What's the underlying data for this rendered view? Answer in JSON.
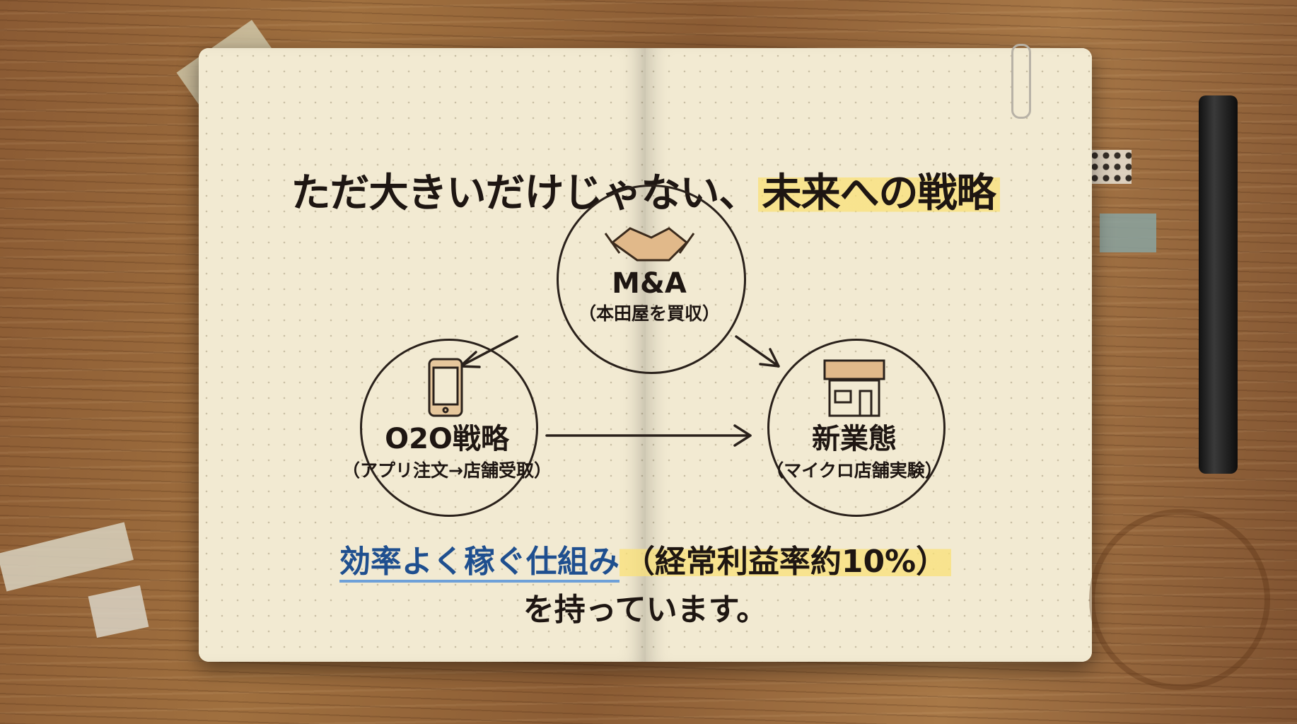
{
  "title": {
    "part1": "ただ大きいだけじゃない、",
    "part2": "未来への戦略"
  },
  "nodes": [
    {
      "icon": "handshake-icon",
      "main": "M&A",
      "sub": "（本田屋を買収）"
    },
    {
      "icon": "smartphone-icon",
      "main": "O2O戦略",
      "sub": "（アプリ注文→店舗受取）"
    },
    {
      "icon": "storefront-icon",
      "main": "新業態",
      "sub": "（マイクロ店舗実験）"
    }
  ],
  "bottom": {
    "highlight": "効率よく稼ぐ仕組み",
    "paren": "（経常利益率約10%）",
    "line2": "を持っています。"
  },
  "colors": {
    "highlight_yellow": "#fae178",
    "highlight_blue": "#6ea0d8",
    "ink": "#1e1612"
  }
}
